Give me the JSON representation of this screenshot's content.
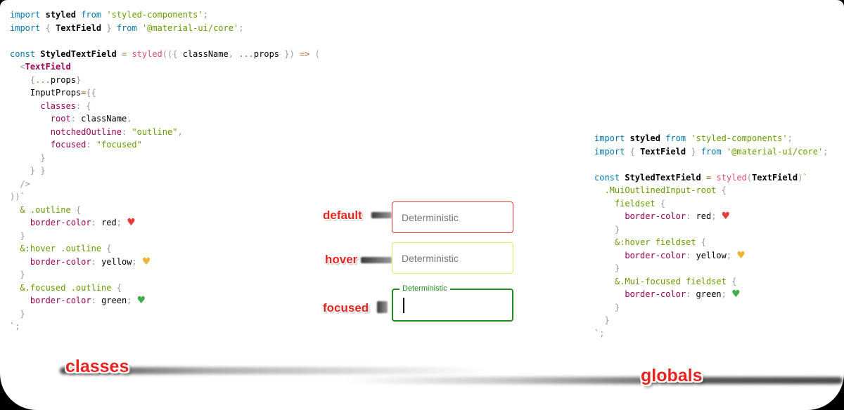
{
  "surface": {
    "background": "#000000",
    "page": "#ffffff"
  },
  "annotation_color": "#e4251f",
  "syntax_colors": {
    "keyword": "#0077aa",
    "plain": "#000000",
    "string": "#669900",
    "punctuation": "#999999",
    "tag": "#990055",
    "function": "#dd4a68",
    "selector": "#669900",
    "property": "#990055",
    "operator": "#9a6e3a"
  },
  "hearts": {
    "red": "#e63c3c",
    "yellow": "#f2b237",
    "green": "#3fae49"
  },
  "code_classes": {
    "lines": [
      [
        [
          "kw",
          "import"
        ],
        [
          "pl",
          " "
        ],
        [
          "plb",
          "styled"
        ],
        [
          "pl",
          " "
        ],
        [
          "kw",
          "from"
        ],
        [
          "pl",
          " "
        ],
        [
          "str",
          "'styled-components'"
        ],
        [
          "pun",
          ";"
        ]
      ],
      [
        [
          "kw",
          "import"
        ],
        [
          "pl",
          " "
        ],
        [
          "pun",
          "{"
        ],
        [
          "pl",
          " "
        ],
        [
          "plb",
          "TextField"
        ],
        [
          "pl",
          " "
        ],
        [
          "pun",
          "}"
        ],
        [
          "pl",
          " "
        ],
        [
          "kw",
          "from"
        ],
        [
          "pl",
          " "
        ],
        [
          "str",
          "'@material-ui/core'"
        ],
        [
          "pun",
          ";"
        ]
      ],
      [],
      [
        [
          "kw",
          "const"
        ],
        [
          "pl",
          " "
        ],
        [
          "plb",
          "StyledTextField"
        ],
        [
          "pl",
          " "
        ],
        [
          "op",
          "="
        ],
        [
          "pl",
          " "
        ],
        [
          "fn",
          "styled"
        ],
        [
          "pun",
          "(({"
        ],
        [
          "pl",
          " className"
        ],
        [
          "pun",
          ","
        ],
        [
          "pl",
          " "
        ],
        [
          "op",
          "..."
        ],
        [
          "pl",
          "props"
        ],
        [
          "pl",
          " "
        ],
        [
          "pun",
          "})"
        ],
        [
          "pl",
          " "
        ],
        [
          "op",
          "=>"
        ],
        [
          "pl",
          " "
        ],
        [
          "pun",
          "("
        ]
      ],
      [
        [
          "pl",
          "  "
        ],
        [
          "pun",
          "<"
        ],
        [
          "tag",
          "TextField"
        ]
      ],
      [
        [
          "pl",
          "    "
        ],
        [
          "pun",
          "{"
        ],
        [
          "op",
          "..."
        ],
        [
          "pl",
          "props"
        ],
        [
          "pun",
          "}"
        ]
      ],
      [
        [
          "pl",
          "    InputProps"
        ],
        [
          "op",
          "="
        ],
        [
          "pun",
          "{{"
        ]
      ],
      [
        [
          "pl",
          "      "
        ],
        [
          "prop",
          "classes"
        ],
        [
          "pun",
          ":"
        ],
        [
          "pl",
          " "
        ],
        [
          "pun",
          "{"
        ]
      ],
      [
        [
          "pl",
          "        "
        ],
        [
          "prop",
          "root"
        ],
        [
          "pun",
          ":"
        ],
        [
          "pl",
          " className"
        ],
        [
          "pun",
          ","
        ]
      ],
      [
        [
          "pl",
          "        "
        ],
        [
          "prop",
          "notchedOutline"
        ],
        [
          "pun",
          ":"
        ],
        [
          "pl",
          " "
        ],
        [
          "str",
          "\"outline\""
        ],
        [
          "pun",
          ","
        ]
      ],
      [
        [
          "pl",
          "        "
        ],
        [
          "prop",
          "focused"
        ],
        [
          "pun",
          ":"
        ],
        [
          "pl",
          " "
        ],
        [
          "str",
          "\"focused\""
        ]
      ],
      [
        [
          "pl",
          "      "
        ],
        [
          "pun",
          "}"
        ]
      ],
      [
        [
          "pl",
          "    "
        ],
        [
          "pun",
          "} }"
        ]
      ],
      [
        [
          "pl",
          "  "
        ],
        [
          "pun",
          "/>"
        ]
      ],
      [
        [
          "pun",
          "))"
        ],
        [
          "str",
          "`"
        ]
      ],
      [
        [
          "sel",
          "  & .outline "
        ],
        [
          "pun",
          "{"
        ]
      ],
      [
        [
          "pl",
          "    "
        ],
        [
          "prop",
          "border-color"
        ],
        [
          "pun",
          ":"
        ],
        [
          "pl",
          " red"
        ],
        [
          "pun",
          ";"
        ],
        [
          "pl",
          " "
        ],
        [
          "heart-red",
          "♥"
        ]
      ],
      [
        [
          "pl",
          "  "
        ],
        [
          "pun",
          "}"
        ]
      ],
      [
        [
          "sel",
          "  &:hover .outline "
        ],
        [
          "pun",
          "{"
        ]
      ],
      [
        [
          "pl",
          "    "
        ],
        [
          "prop",
          "border-color"
        ],
        [
          "pun",
          ":"
        ],
        [
          "pl",
          " yellow"
        ],
        [
          "pun",
          ";"
        ],
        [
          "pl",
          " "
        ],
        [
          "heart-yellow",
          "♥"
        ]
      ],
      [
        [
          "pl",
          "  "
        ],
        [
          "pun",
          "}"
        ]
      ],
      [
        [
          "sel",
          "  &.focused .outline "
        ],
        [
          "pun",
          "{"
        ]
      ],
      [
        [
          "pl",
          "    "
        ],
        [
          "prop",
          "border-color"
        ],
        [
          "pun",
          ":"
        ],
        [
          "pl",
          " green"
        ],
        [
          "pun",
          ";"
        ],
        [
          "pl",
          " "
        ],
        [
          "heart-green",
          "♥"
        ]
      ],
      [
        [
          "pl",
          "  "
        ],
        [
          "pun",
          "}"
        ]
      ],
      [
        [
          "str",
          "`"
        ],
        [
          "pun",
          ";"
        ]
      ]
    ]
  },
  "code_globals": {
    "lines": [
      [
        [
          "kw",
          "import"
        ],
        [
          "pl",
          " "
        ],
        [
          "plb",
          "styled"
        ],
        [
          "pl",
          " "
        ],
        [
          "kw",
          "from"
        ],
        [
          "pl",
          " "
        ],
        [
          "str",
          "'styled-components'"
        ],
        [
          "pun",
          ";"
        ]
      ],
      [
        [
          "kw",
          "import"
        ],
        [
          "pl",
          " "
        ],
        [
          "pun",
          "{"
        ],
        [
          "pl",
          " "
        ],
        [
          "plb",
          "TextField"
        ],
        [
          "pl",
          " "
        ],
        [
          "pun",
          "}"
        ],
        [
          "pl",
          " "
        ],
        [
          "kw",
          "from"
        ],
        [
          "pl",
          " "
        ],
        [
          "str",
          "'@material-ui/core'"
        ],
        [
          "pun",
          ";"
        ]
      ],
      [],
      [
        [
          "kw",
          "const"
        ],
        [
          "pl",
          " "
        ],
        [
          "plb",
          "StyledTextField"
        ],
        [
          "pl",
          " "
        ],
        [
          "op",
          "="
        ],
        [
          "pl",
          " "
        ],
        [
          "fn",
          "styled"
        ],
        [
          "pun",
          "("
        ],
        [
          "plb",
          "TextField"
        ],
        [
          "pun",
          ")"
        ],
        [
          "str",
          "`"
        ]
      ],
      [
        [
          "sel",
          "  .MuiOutlinedInput-root "
        ],
        [
          "pun",
          "{"
        ]
      ],
      [
        [
          "sel",
          "    fieldset "
        ],
        [
          "pun",
          "{"
        ]
      ],
      [
        [
          "pl",
          "      "
        ],
        [
          "prop",
          "border-color"
        ],
        [
          "pun",
          ":"
        ],
        [
          "pl",
          " red"
        ],
        [
          "pun",
          ";"
        ],
        [
          "pl",
          " "
        ],
        [
          "heart-red",
          "♥"
        ]
      ],
      [
        [
          "pl",
          "    "
        ],
        [
          "pun",
          "}"
        ]
      ],
      [
        [
          "sel",
          "    &:hover fieldset "
        ],
        [
          "pun",
          "{"
        ]
      ],
      [
        [
          "pl",
          "      "
        ],
        [
          "prop",
          "border-color"
        ],
        [
          "pun",
          ":"
        ],
        [
          "pl",
          " yellow"
        ],
        [
          "pun",
          ";"
        ],
        [
          "pl",
          " "
        ],
        [
          "heart-yellow",
          "♥"
        ]
      ],
      [
        [
          "pl",
          "    "
        ],
        [
          "pun",
          "}"
        ]
      ],
      [
        [
          "sel",
          "    &.Mui-focused fieldset "
        ],
        [
          "pun",
          "{"
        ]
      ],
      [
        [
          "pl",
          "      "
        ],
        [
          "prop",
          "border-color"
        ],
        [
          "pun",
          ":"
        ],
        [
          "pl",
          " green"
        ],
        [
          "pun",
          ";"
        ],
        [
          "pl",
          " "
        ],
        [
          "heart-green",
          "♥"
        ]
      ],
      [
        [
          "pl",
          "    "
        ],
        [
          "pun",
          "}"
        ]
      ],
      [
        [
          "pl",
          "  "
        ],
        [
          "pun",
          "}"
        ]
      ],
      [
        [
          "str",
          "`"
        ],
        [
          "pun",
          ";"
        ]
      ]
    ]
  },
  "demo": {
    "default": {
      "label": "default",
      "field_value": "Deterministic",
      "border_color": "#e53935"
    },
    "hover": {
      "label": "hover",
      "field_value": "Deterministic",
      "border_color": "#efe45e"
    },
    "focused": {
      "label": "focused",
      "notch_label": "Deterministic",
      "border_color": "#228b22"
    }
  },
  "captions": {
    "left": "classes",
    "right": "globals"
  }
}
